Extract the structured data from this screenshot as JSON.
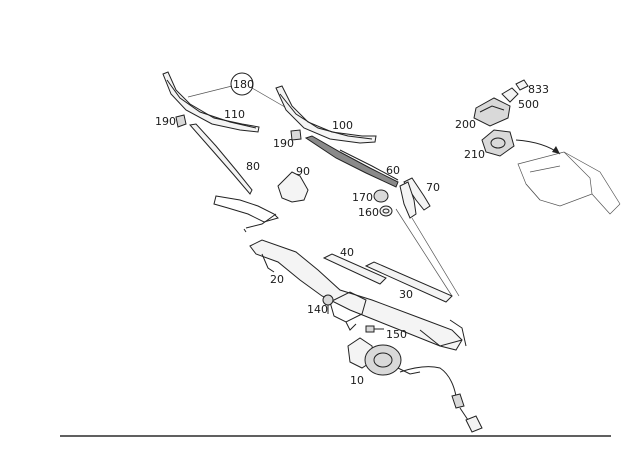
{
  "diagram": {
    "labels": {
      "p10": "10",
      "p20": "20",
      "p30": "30",
      "p40": "40",
      "p60": "60",
      "p70": "70",
      "p80": "80",
      "p90": "90",
      "p100": "100",
      "p110": "110",
      "p140": "140",
      "p150": "150",
      "p160": "160",
      "p170": "170",
      "p180": "180",
      "p190a": "190",
      "p190b": "190",
      "p200": "200",
      "p210": "210",
      "p500": "500",
      "p833": "833"
    }
  }
}
